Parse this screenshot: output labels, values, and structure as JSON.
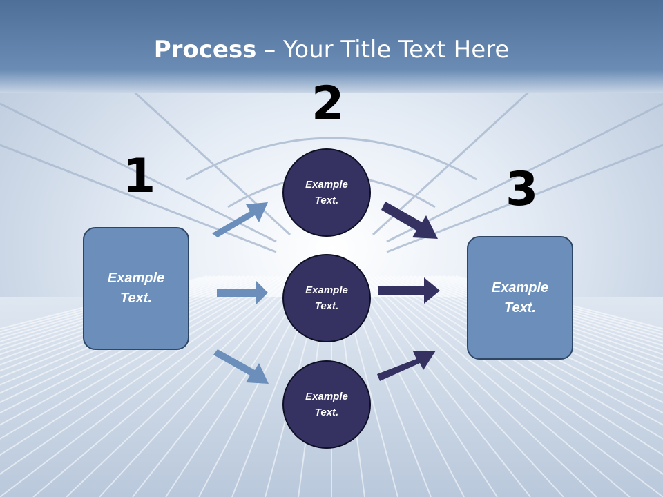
{
  "title": {
    "bold": "Process",
    "rest": " – Your Title Text Here"
  },
  "steps": {
    "one": "1",
    "two": "2",
    "three": "3"
  },
  "left_box": "Example Text.",
  "circles": [
    "Example Text.",
    "Example Text.",
    "Example Text."
  ],
  "right_box": "Example Text.",
  "colors": {
    "header": "#5d7fa8",
    "box_fill": "#6b8fba",
    "circle_fill": "#353160",
    "arrow_light": "#6b8fba",
    "arrow_dark": "#353160"
  }
}
